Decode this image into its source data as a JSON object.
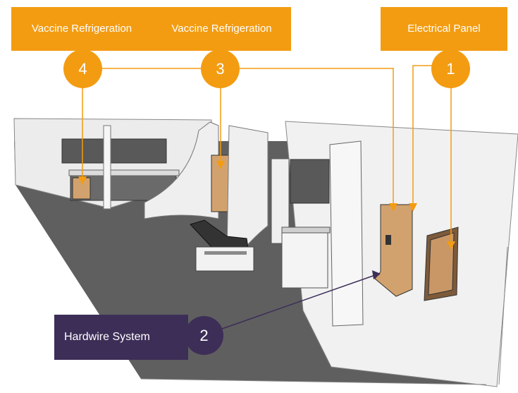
{
  "labels": {
    "vaccine_refrigeration_4": "Vaccine Refrigeration",
    "vaccine_refrigeration_3": "Vaccine Refrigeration",
    "electrical_panel": "Electrical Panel",
    "hardwire_system": "Hardwire System"
  },
  "markers": {
    "m1": "1",
    "m2": "2",
    "m3": "3",
    "m4": "4"
  },
  "colors": {
    "accent": "#f39c12",
    "dark": "#3d2e58",
    "floor": "#5f5f5f",
    "wall": "#efefef",
    "cabinet": "#595959",
    "wood": "#d2a26e"
  }
}
